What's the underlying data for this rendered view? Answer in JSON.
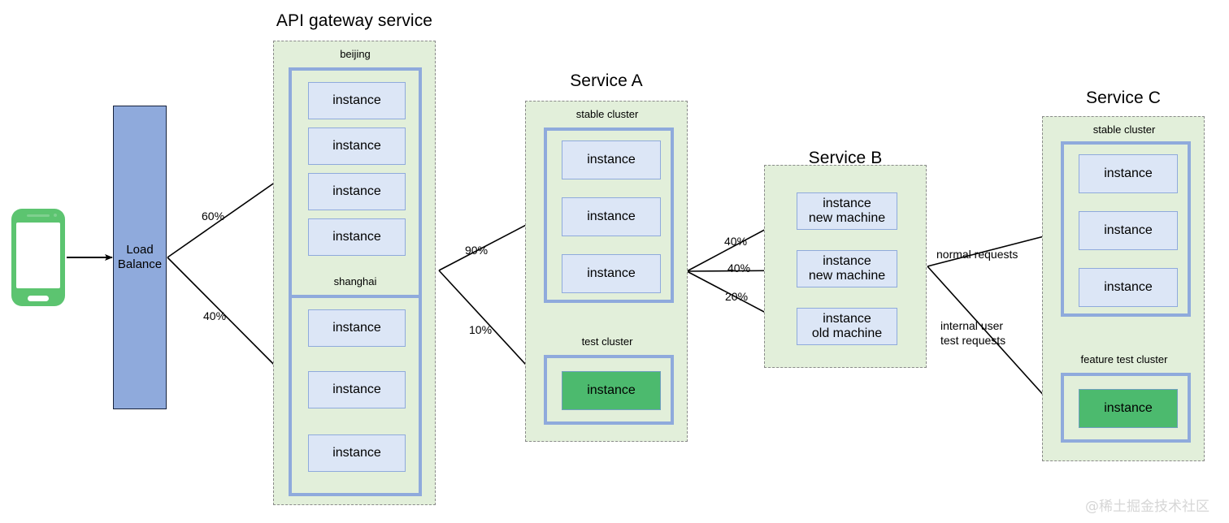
{
  "diagram": {
    "title_watermark": "@稀土掘金技术社区",
    "client": {
      "name": "mobile-phone"
    },
    "load_balancer": {
      "line1": "Load",
      "line2": "Balance"
    },
    "groups": [
      {
        "id": "api-gateway",
        "title": "API gateway service",
        "clusters": [
          {
            "label": "beijing",
            "instances": [
              {
                "l1": "instance",
                "l2": "",
                "green": false
              },
              {
                "l1": "instance",
                "l2": "",
                "green": false
              },
              {
                "l1": "instance",
                "l2": "",
                "green": false
              },
              {
                "l1": "instance",
                "l2": "",
                "green": false
              }
            ]
          },
          {
            "label": "shanghai",
            "instances": [
              {
                "l1": "instance",
                "l2": "",
                "green": false
              },
              {
                "l1": "instance",
                "l2": "",
                "green": false
              },
              {
                "l1": "instance",
                "l2": "",
                "green": false
              }
            ]
          }
        ]
      },
      {
        "id": "service-a",
        "title": "Service A",
        "clusters": [
          {
            "label": "stable cluster",
            "instances": [
              {
                "l1": "instance",
                "l2": "",
                "green": false
              },
              {
                "l1": "instance",
                "l2": "",
                "green": false
              },
              {
                "l1": "instance",
                "l2": "",
                "green": false
              }
            ]
          },
          {
            "label": "test cluster",
            "instances": [
              {
                "l1": "instance",
                "l2": "",
                "green": true
              }
            ]
          }
        ]
      },
      {
        "id": "service-b",
        "title": "Service B",
        "clusters": [],
        "instances": [
          {
            "l1": "instance",
            "l2": "new machine",
            "green": false
          },
          {
            "l1": "instance",
            "l2": "new machine",
            "green": false
          },
          {
            "l1": "instance",
            "l2": "old machine",
            "green": false
          }
        ]
      },
      {
        "id": "service-c",
        "title": "Service C",
        "clusters": [
          {
            "label": "stable cluster",
            "instances": [
              {
                "l1": "instance",
                "l2": "",
                "green": false
              },
              {
                "l1": "instance",
                "l2": "",
                "green": false
              },
              {
                "l1": "instance",
                "l2": "",
                "green": false
              }
            ]
          },
          {
            "label": "feature test cluster",
            "instances": [
              {
                "l1": "instance",
                "l2": "",
                "green": true
              }
            ]
          }
        ]
      }
    ],
    "edge_labels": {
      "lb_to_beijing": "60%",
      "lb_to_shanghai": "40%",
      "gw_to_stable_a": "90%",
      "gw_to_test_a": "10%",
      "a_to_b_1": "40%",
      "a_to_b_2": "40%",
      "a_to_b_3": "20%",
      "b_to_c_normal": "normal requests",
      "b_to_c_test_l1": "internal user",
      "b_to_c_test_l2": "test requests"
    },
    "colors": {
      "group_bg": "#e2efda",
      "group_border": "#8a8a8a",
      "cluster_border": "#8faadc",
      "instance_bg": "#dce6f6",
      "instance_border": "#8faadc",
      "instance_green": "#4cba6e",
      "lb_bg": "#8faadc",
      "phone_green": "#5cc470",
      "arrow": "#000000",
      "watermark": "#d6d6d6"
    }
  }
}
